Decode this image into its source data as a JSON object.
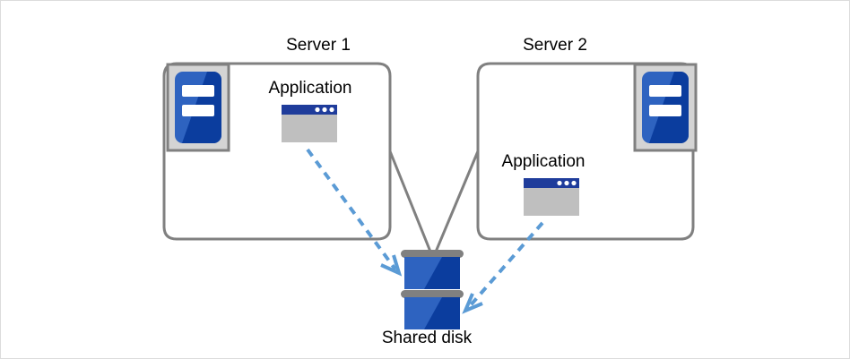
{
  "diagram": {
    "title_shown": false,
    "nodes": {
      "server1": {
        "label": "Server 1",
        "icon_name": "server-icon",
        "app": {
          "label": "Application",
          "icon_name": "application-window-icon"
        }
      },
      "server2": {
        "label": "Server 2",
        "icon_name": "server-icon",
        "app": {
          "label": "Application",
          "icon_name": "application-window-icon"
        }
      },
      "storage": {
        "label": "Shared disk",
        "icon_name": "disk-stack-icon"
      }
    },
    "connections": [
      {
        "from": "server1",
        "to": "storage",
        "style": "solid",
        "color": "#808080"
      },
      {
        "from": "server2",
        "to": "storage",
        "style": "solid",
        "color": "#808080"
      },
      {
        "from": "server1.app",
        "to": "storage",
        "style": "dashed-arrow",
        "color": "#5B9BD5"
      },
      {
        "from": "server2.app",
        "to": "storage",
        "style": "dashed-arrow",
        "color": "#5B9BD5"
      }
    ],
    "colors": {
      "box_stroke": "#808080",
      "icon_frame": "#d4d4d4",
      "icon_frame_stroke": "#808080",
      "blue_light": "#2E63C0",
      "blue_dark": "#0B3D9E",
      "window_titlebar": "#1F3C9B",
      "window_body": "#bfbfbf",
      "arrow_blue": "#5B9BD5",
      "text": "#000000",
      "page_border": "#dcdcdc"
    }
  }
}
